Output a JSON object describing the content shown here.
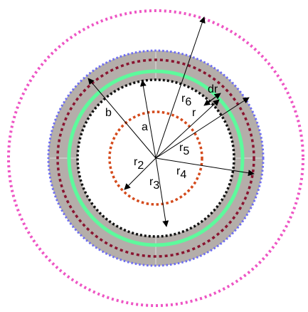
{
  "colors": {
    "outer_dots": "#ee55c4",
    "shell_fill": "#b4aeaa",
    "shell_dots": "#6d6df2",
    "dark_red_dots": "#8a1430",
    "green_ring": "#5dfa9c",
    "inner_black_dots": "#111111",
    "orange_dots": "#d44a1c",
    "tick_lines": "#dddddd",
    "arrows": "#000000"
  },
  "labels": {
    "b": "b",
    "a": "a",
    "r": "r",
    "dr": "dr",
    "r2": "r",
    "r2_sub": "2",
    "r3": "r",
    "r3_sub": "3",
    "r4": "r",
    "r4_sub": "4",
    "r5": "r",
    "r5_sub": "5",
    "r6": "r",
    "r6_sub": "6"
  }
}
